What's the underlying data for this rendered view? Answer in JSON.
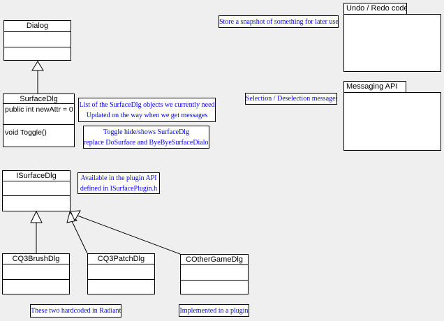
{
  "colors": {
    "background": "#efefef",
    "box_fill": "#ffffff",
    "border": "#000000",
    "note_text": "#0000ff",
    "class_text": "#000000"
  },
  "classes": [
    {
      "title": "Dialog",
      "attributes": "",
      "methods": ""
    },
    {
      "title": "SurfaceDlg",
      "attributes": "public int newAttr = 0",
      "methods": "void Toggle()"
    },
    {
      "title": "ISurfaceDlg",
      "attributes": "",
      "methods": ""
    },
    {
      "title": "CQ3BrushDlg",
      "attributes": "",
      "methods": ""
    },
    {
      "title": "CQ3PatchDlg",
      "attributes": "",
      "methods": ""
    },
    {
      "title": "COtherGameDlg",
      "attributes": "",
      "methods": ""
    }
  ],
  "packages": [
    {
      "name": "Undo / Redo code"
    },
    {
      "name": "Messaging API"
    }
  ],
  "notes": [
    {
      "lines": [
        "Store a snapshot of something for later use"
      ]
    },
    {
      "lines": [
        "List of the SurfaceDlg objects we currently need",
        "Updated on the way when we get messages"
      ]
    },
    {
      "lines": [
        "Selection / Deselection messages"
      ]
    },
    {
      "lines": [
        "Toggle hide/shows SurfaceDlg",
        "replace DoSurface and ByeByeSurfaceDialog"
      ]
    },
    {
      "lines": [
        "Available in the plugin API",
        "defined in ISurfacePlugin.h"
      ]
    },
    {
      "lines": [
        "These two hardcoded in Radiant"
      ]
    },
    {
      "lines": [
        "Implemented in a plugin"
      ]
    }
  ],
  "relationships": [
    {
      "type": "inheritance",
      "from": "SurfaceDlg",
      "to": "Dialog"
    },
    {
      "type": "inheritance",
      "from": "CQ3BrushDlg",
      "to": "ISurfaceDlg"
    },
    {
      "type": "inheritance",
      "from": "CQ3PatchDlg",
      "to": "ISurfaceDlg"
    },
    {
      "type": "inheritance",
      "from": "COtherGameDlg",
      "to": "ISurfaceDlg"
    }
  ]
}
